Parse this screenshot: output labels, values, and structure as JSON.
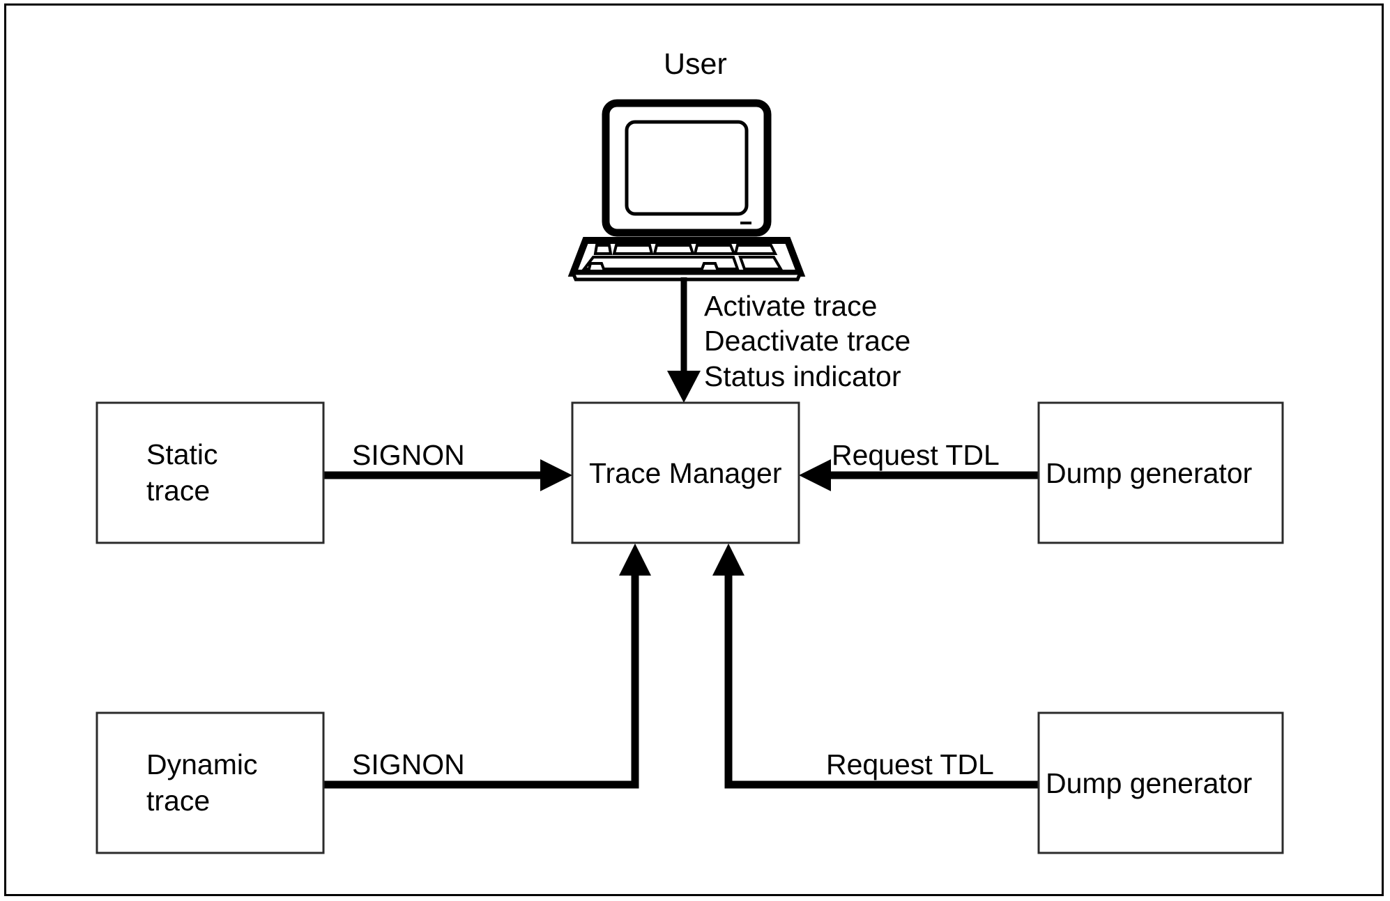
{
  "diagram": {
    "title_visible": false,
    "colors": {
      "stroke": "#000000",
      "background": "#ffffff",
      "box_border": "#2b2b2b"
    },
    "actor": {
      "label": "User",
      "icon": "computer-workstation-icon"
    },
    "nodes": [
      {
        "id": "static-trace",
        "label_line1": "Static",
        "label_line2": "trace"
      },
      {
        "id": "dynamic-trace",
        "label_line1": "Dynamic",
        "label_line2": "trace"
      },
      {
        "id": "trace-manager",
        "label_line1": "Trace Manager",
        "label_line2": ""
      },
      {
        "id": "dump-generator-top",
        "label_line1": "Dump generator",
        "label_line2": ""
      },
      {
        "id": "dump-generator-bottom",
        "label_line1": "Dump generator",
        "label_line2": ""
      }
    ],
    "edges": [
      {
        "id": "user-to-trace-manager",
        "from": "user",
        "to": "trace-manager",
        "direction": "down",
        "labels": [
          "Activate trace",
          "Deactivate trace",
          "Status indicator"
        ]
      },
      {
        "id": "static-trace-to-trace-manager",
        "from": "static-trace",
        "to": "trace-manager",
        "direction": "right",
        "labels": [
          "SIGNON"
        ]
      },
      {
        "id": "dump-generator-top-to-trace-manager",
        "from": "dump-generator-top",
        "to": "trace-manager",
        "direction": "left",
        "labels": [
          "Request TDL"
        ]
      },
      {
        "id": "dynamic-trace-to-trace-manager",
        "from": "dynamic-trace",
        "to": "trace-manager",
        "direction": "right-then-up",
        "labels": [
          "SIGNON"
        ]
      },
      {
        "id": "dump-generator-bottom-to-trace-manager",
        "from": "dump-generator-bottom",
        "to": "trace-manager",
        "direction": "left-then-up",
        "labels": [
          "Request TDL"
        ]
      }
    ]
  }
}
